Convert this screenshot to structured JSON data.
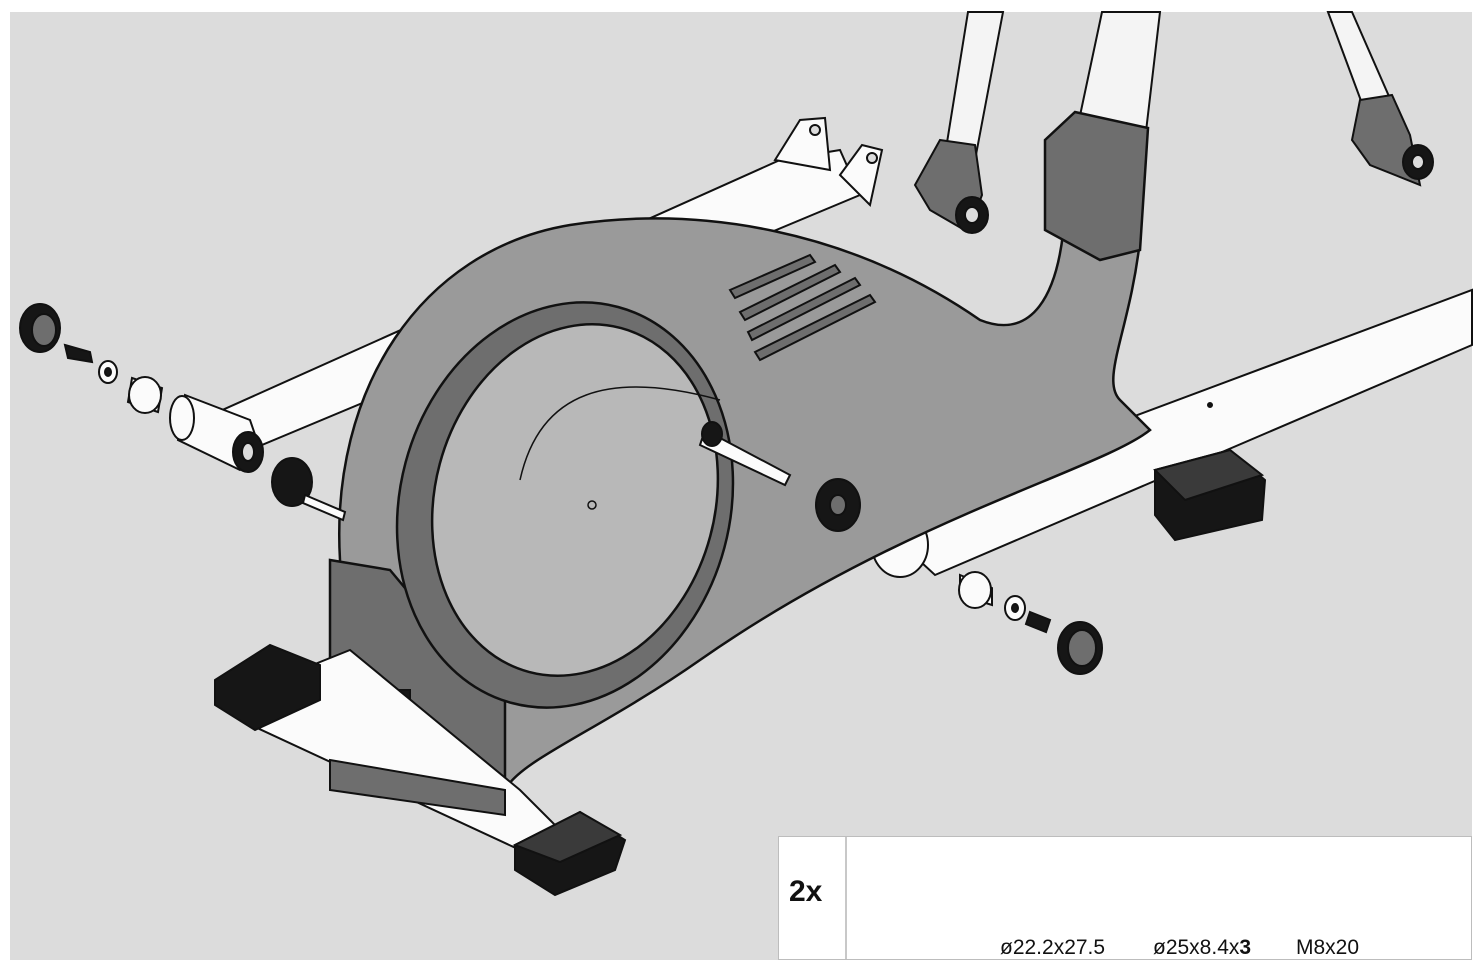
{
  "legend": {
    "quantity": "2x",
    "part_spacer": "ø22.2x27.5",
    "part_washer_prefix": "ø25x8.4x",
    "part_washer_suffix": "3",
    "part_bolt": "M8x20"
  },
  "colors": {
    "background": "#dcdcdc",
    "frame_white": "#ffffff",
    "housing_mid": "#9a9a9a",
    "housing_light": "#b8b8b8",
    "housing_dark": "#6e6e6e",
    "dark_part": "#161616",
    "outline": "#111111"
  }
}
